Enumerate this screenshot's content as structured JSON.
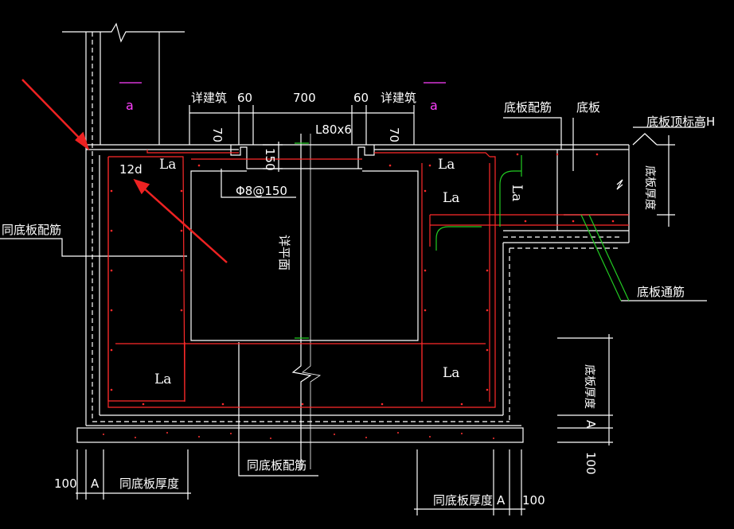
{
  "labels": {
    "detail_top_left": "详建筑",
    "dim_60_left": "60",
    "dim_700": "700",
    "dim_60_right": "60",
    "detail_top_right": "详建筑",
    "slab_rebar": "底板配筋",
    "slab": "底板",
    "slab_top_elev": "底板顶标高H",
    "slab_thickness": "底板厚度",
    "dim_70_left": "70",
    "angle_steel": "L80x6",
    "dim_70_right": "70",
    "dim_150": "150",
    "dim_12d": "12d",
    "phi8": "Φ8@150",
    "same_slab_rebar_left": "同底板配筋",
    "see_plan": "详平面",
    "slab_through_rebar": "底板通筋",
    "la_1": "La",
    "la_2": "La",
    "la_3": "La",
    "la_4": "La",
    "la_5": "La",
    "la_6": "La",
    "a_left": "a",
    "a_right": "a",
    "dim_100_left": "100",
    "dim_A_left": "A",
    "same_slab_thickness_left": "同底板厚度",
    "same_slab_rebar_bottom": "同底板配筋",
    "same_slab_thickness_right": "同底板厚度",
    "dim_A_right": "A",
    "dim_100_right": "100",
    "slab_thickness_right": "底板厚度",
    "dim_A_vert": "A",
    "dim_100_vert": "100"
  },
  "colors": {
    "background": "#000000",
    "line": "#ffffff",
    "rebar": "#ff2a2a",
    "green": "#22cc22",
    "magenta": "#ff40ff",
    "arrow": "#ee2222"
  }
}
